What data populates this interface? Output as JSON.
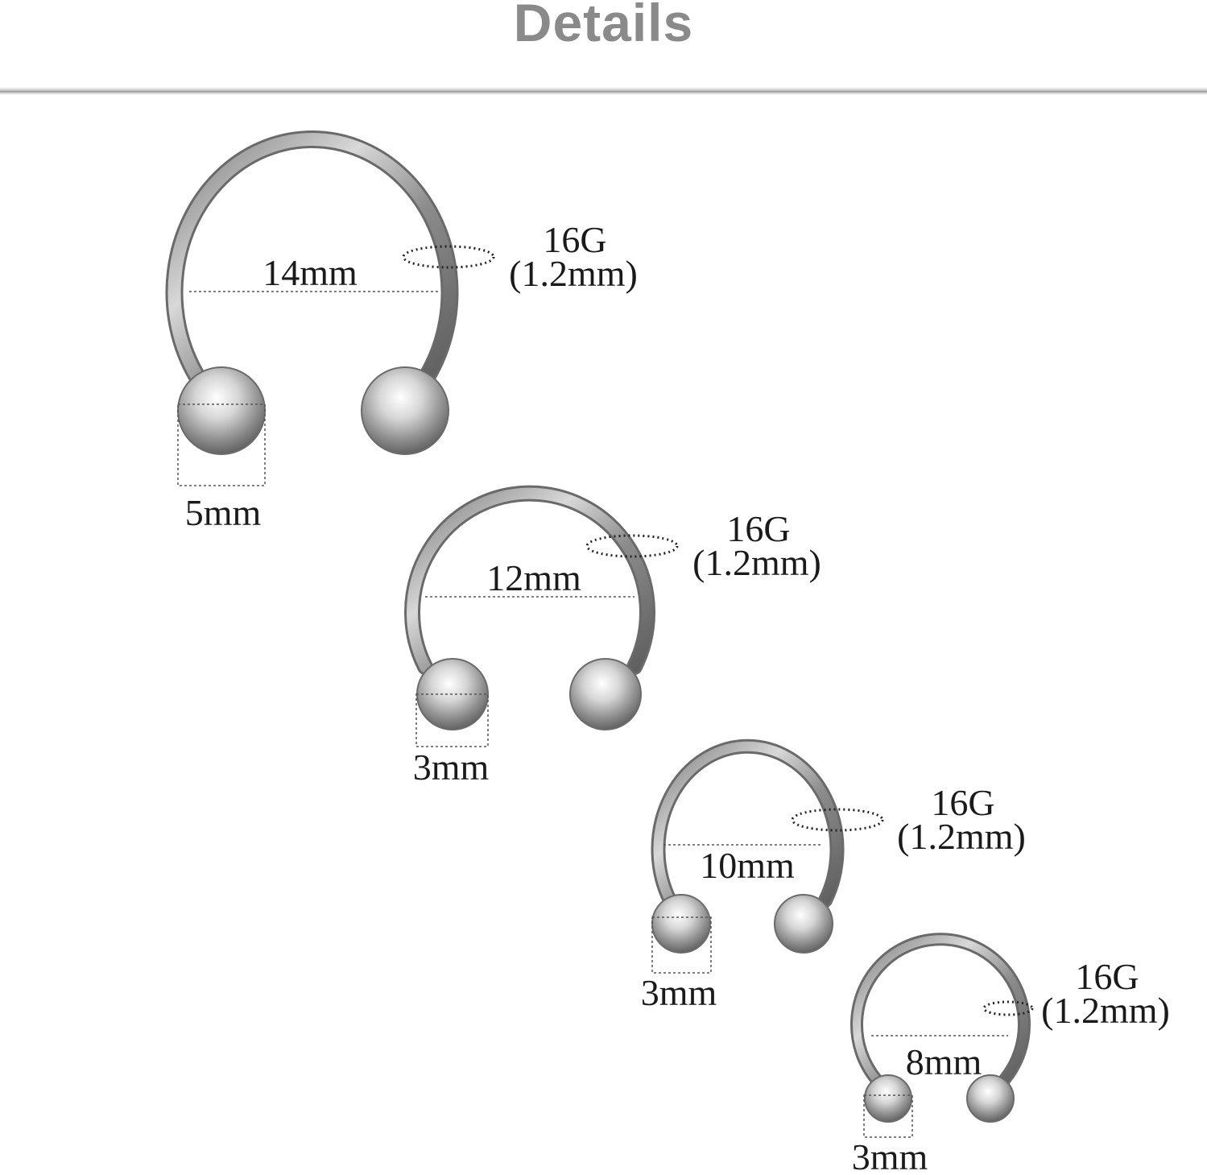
{
  "header": {
    "title": "Details"
  },
  "colors": {
    "title": "#8a8a8a",
    "metal": "#b9b9b9",
    "metal_dark": "#5d5d5d",
    "label": "#1a1a1a"
  },
  "products": [
    {
      "diameter": "14mm",
      "ball": "5mm",
      "gauge": "16G",
      "gauge_mm": "(1.2mm)"
    },
    {
      "diameter": "12mm",
      "ball": "3mm",
      "gauge": "16G",
      "gauge_mm": "(1.2mm)"
    },
    {
      "diameter": "10mm",
      "ball": "3mm",
      "gauge": "16G",
      "gauge_mm": "(1.2mm)"
    },
    {
      "diameter": "8mm",
      "ball": "3mm",
      "gauge": "16G",
      "gauge_mm": "(1.2mm)"
    }
  ]
}
